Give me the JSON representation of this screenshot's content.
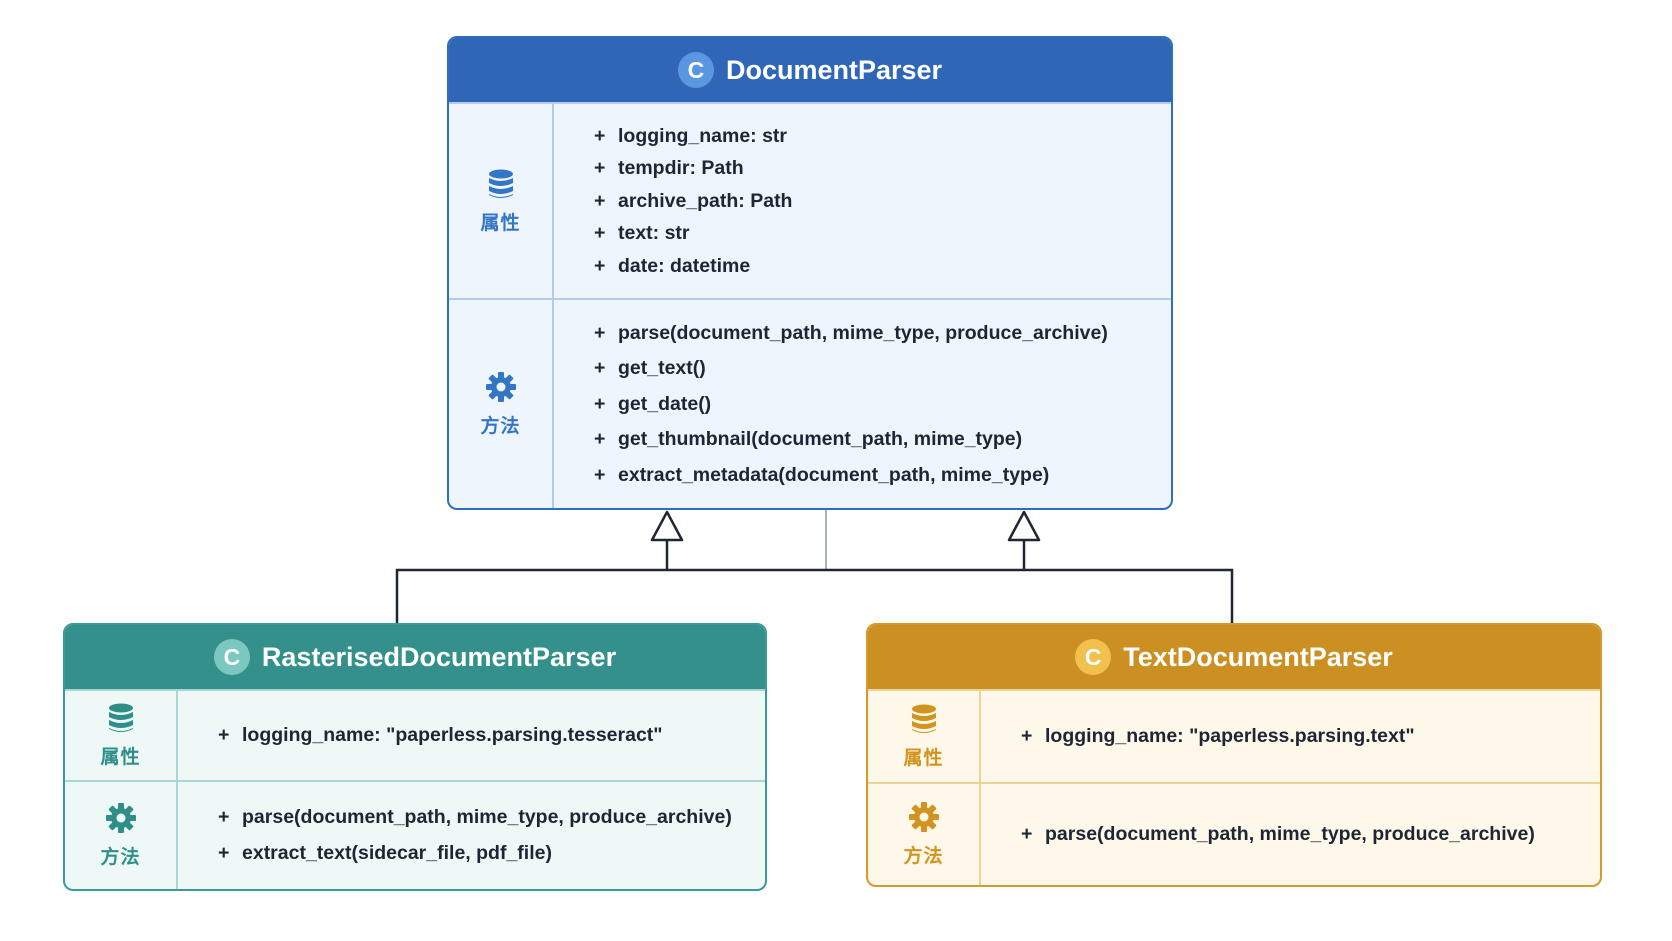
{
  "diagram": {
    "sections": {
      "attributes_label": "属性",
      "methods_label": "方法",
      "attributes_icon": "database-icon",
      "methods_icon": "gear-icon"
    },
    "classes": [
      {
        "id": "doc",
        "stereotype": "C",
        "name": "DocumentParser",
        "color": "#2f66b5",
        "attributes": [
          {
            "vis": "+",
            "text": "logging_name: str"
          },
          {
            "vis": "+",
            "text": "tempdir: Path"
          },
          {
            "vis": "+",
            "text": "archive_path: Path"
          },
          {
            "vis": "+",
            "text": "text: str"
          },
          {
            "vis": "+",
            "text": "date: datetime"
          }
        ],
        "methods": [
          {
            "vis": "+",
            "text": "parse(document_path, mime_type, produce_archive)"
          },
          {
            "vis": "+",
            "text": "get_text()"
          },
          {
            "vis": "+",
            "text": "get_date()"
          },
          {
            "vis": "+",
            "text": "get_thumbnail(document_path, mime_type)"
          },
          {
            "vis": "+",
            "text": "extract_metadata(document_path, mime_type)"
          }
        ]
      },
      {
        "id": "ras",
        "stereotype": "C",
        "name": "RasterisedDocumentParser",
        "color": "#34908a",
        "attributes": [
          {
            "vis": "+",
            "text": "logging_name: \"paperless.parsing.tesseract\""
          }
        ],
        "methods": [
          {
            "vis": "+",
            "text": "parse(document_path, mime_type, produce_archive)"
          },
          {
            "vis": "+",
            "text": "extract_text(sidecar_file, pdf_file)"
          }
        ]
      },
      {
        "id": "txt",
        "stereotype": "C",
        "name": "TextDocumentParser",
        "color": "#cc9022",
        "attributes": [
          {
            "vis": "+",
            "text": "logging_name: \"paperless.parsing.text\""
          }
        ],
        "methods": [
          {
            "vis": "+",
            "text": "parse(document_path, mime_type, produce_archive)"
          }
        ]
      }
    ],
    "relations": [
      {
        "type": "inheritance",
        "from": "RasterisedDocumentParser",
        "to": "DocumentParser"
      },
      {
        "type": "inheritance",
        "from": "TextDocumentParser",
        "to": "DocumentParser"
      }
    ]
  }
}
